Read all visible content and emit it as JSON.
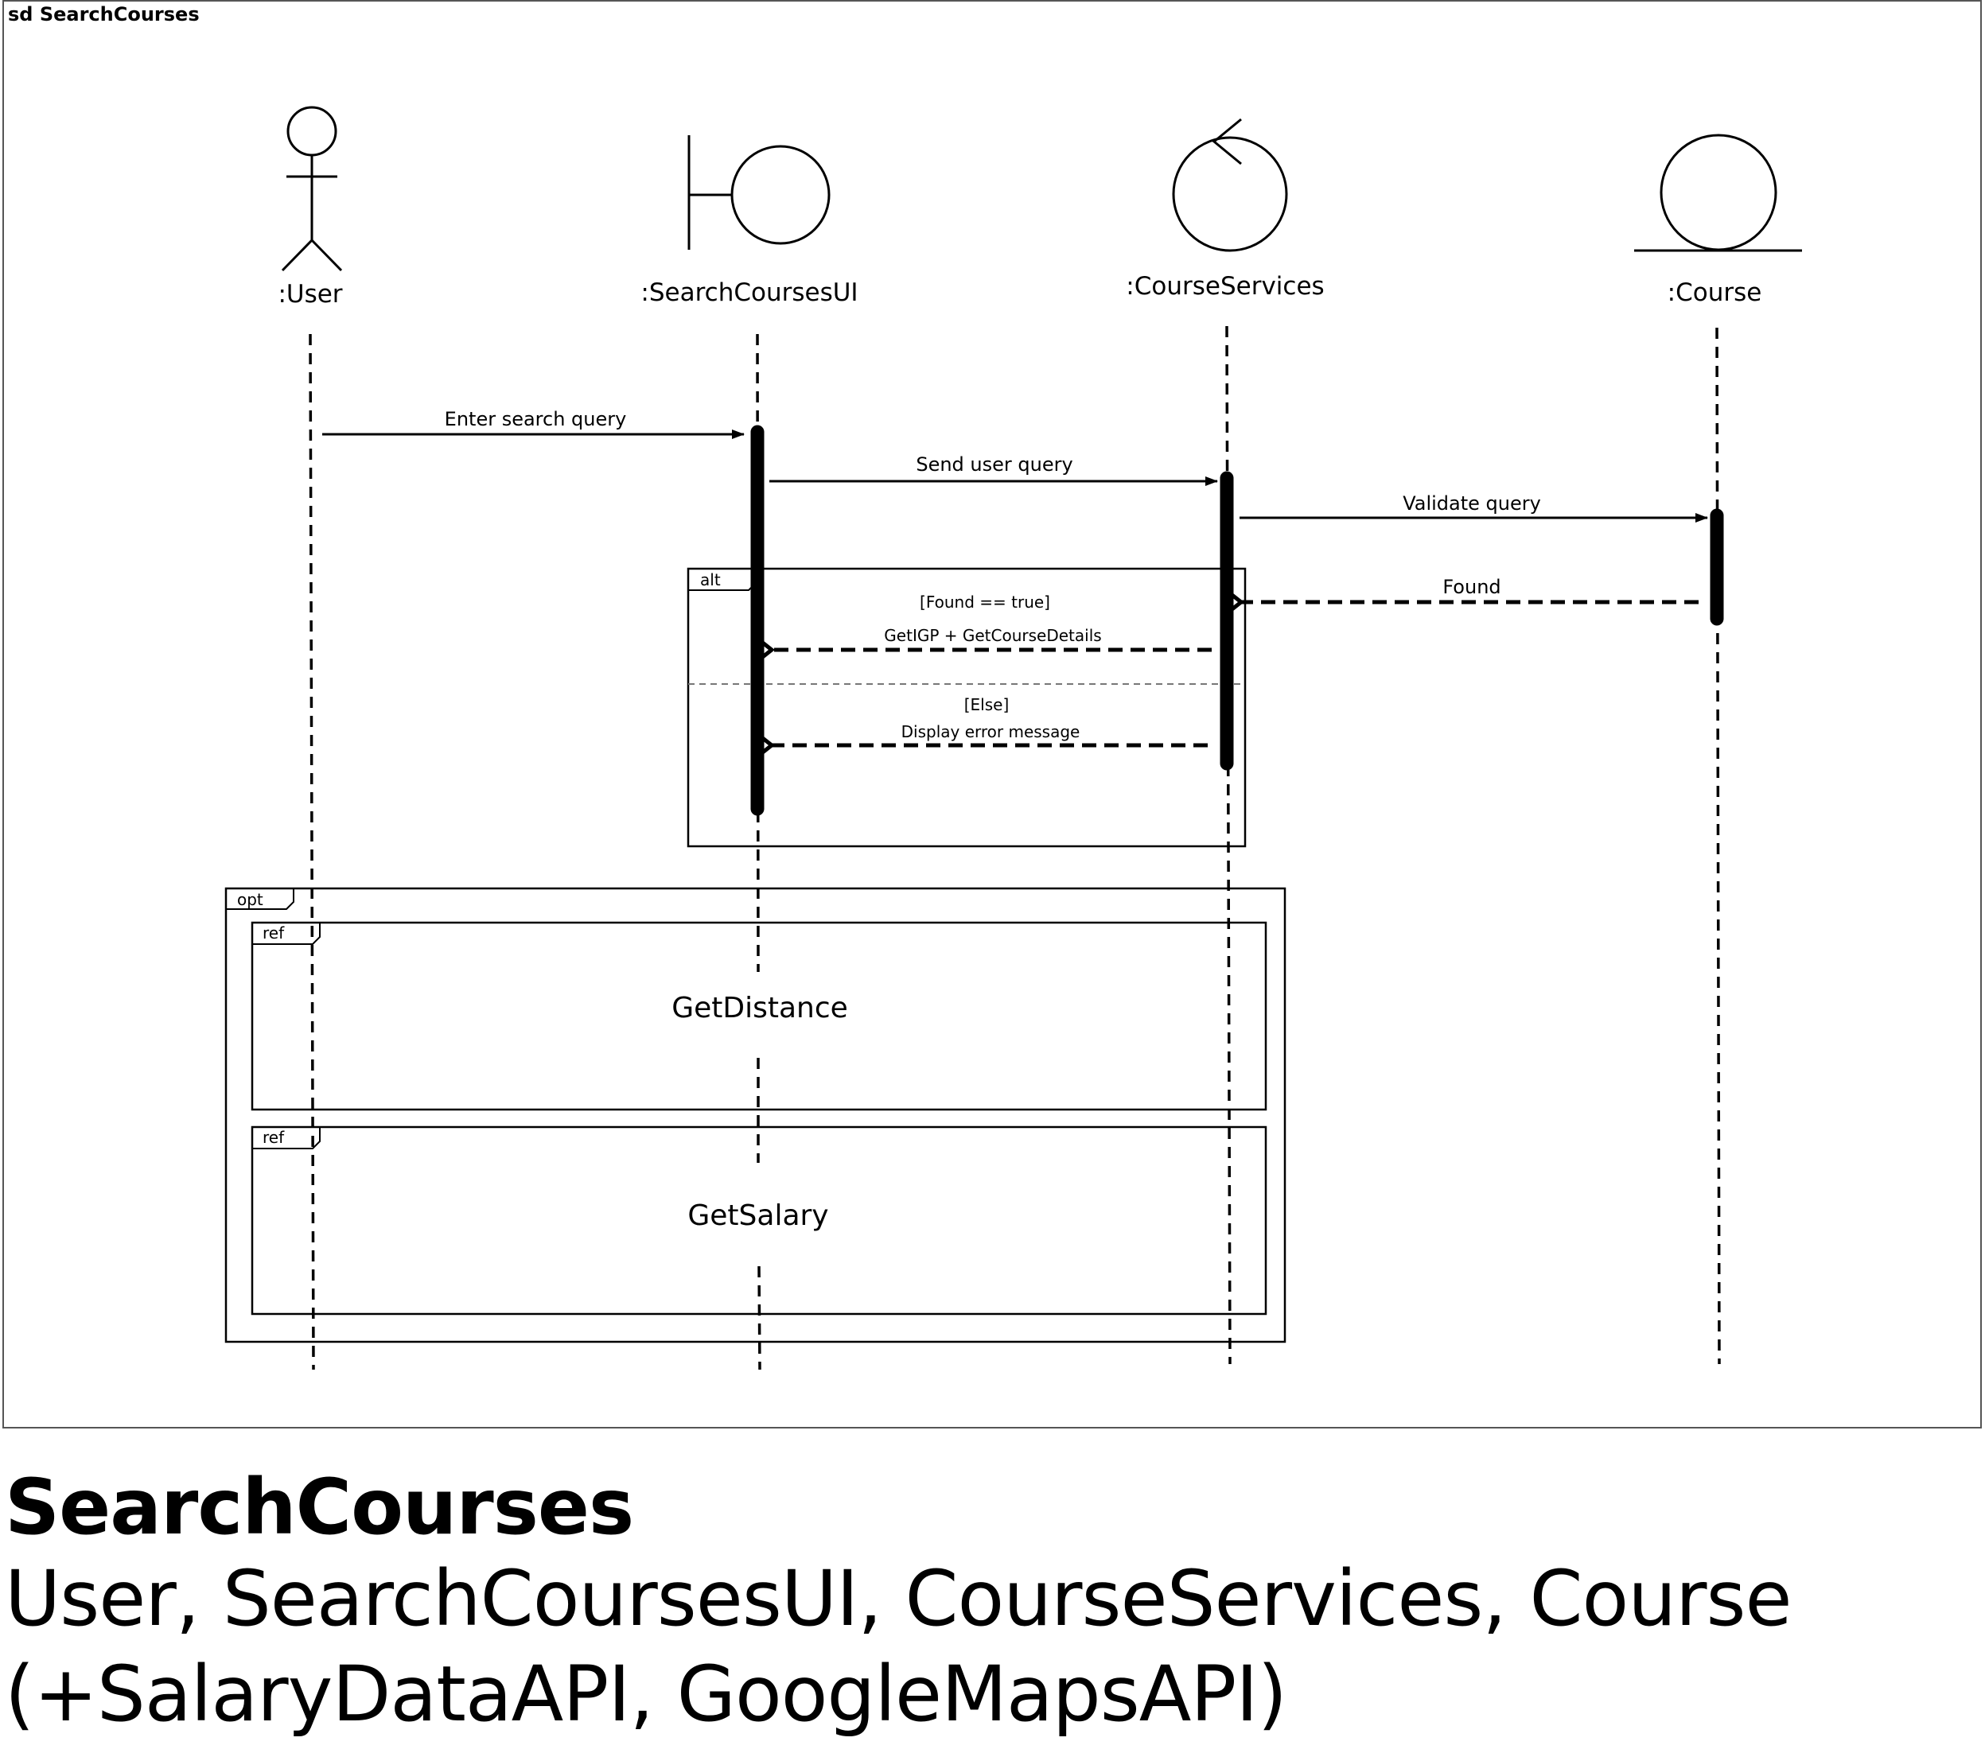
{
  "frame": {
    "label": "sd SearchCourses"
  },
  "lifelines": [
    {
      "id": "user",
      "kind": "actor",
      "label": ":User"
    },
    {
      "id": "ui",
      "kind": "boundary",
      "label": ":SearchCoursesUI"
    },
    {
      "id": "services",
      "kind": "control",
      "label": ":CourseServices"
    },
    {
      "id": "course",
      "kind": "entity",
      "label": ":Course"
    }
  ],
  "messages": [
    {
      "label": "Enter search query",
      "from": "user",
      "to": "ui",
      "type": "sync"
    },
    {
      "label": "Send user query",
      "from": "ui",
      "to": "services",
      "type": "sync"
    },
    {
      "label": "Validate query",
      "from": "services",
      "to": "course",
      "type": "sync"
    },
    {
      "label": "Found",
      "from": "course",
      "to": "services",
      "type": "reply"
    },
    {
      "label": "GetIGP + GetCourseDetails",
      "from": "services",
      "to": "ui",
      "type": "reply"
    },
    {
      "label": "Display error message",
      "from": "services",
      "to": "ui",
      "type": "reply"
    }
  ],
  "fragments": {
    "alt": {
      "operator": "alt",
      "guard_1": "[Found == true]",
      "guard_2": "[Else]"
    },
    "opt": {
      "operator": "opt"
    },
    "ref_1": {
      "operator": "ref",
      "name": "GetDistance"
    },
    "ref_2": {
      "operator": "ref",
      "name": "GetSalary"
    }
  },
  "caption": {
    "title": "SearchCourses",
    "subtitle": "User, SearchCoursesUI, CourseServices, Course (+SalaryDataAPI, GoogleMapsAPI)"
  }
}
